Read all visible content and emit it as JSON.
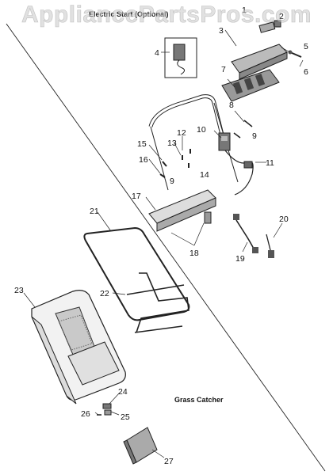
{
  "watermark": "AppliancePartsPros.com",
  "header_label": "Electric Start (Optional)",
  "caption": "Grass Catcher",
  "callouts": [
    "1",
    "2",
    "3",
    "4",
    "5",
    "6",
    "7",
    "8",
    "9",
    "10",
    "11",
    "12",
    "13",
    "9",
    "14",
    "15",
    "16",
    "17",
    "18",
    "19",
    "20",
    "21",
    "22",
    "23",
    "24",
    "25",
    "26",
    "27"
  ],
  "colors": {
    "line": "#1a1a1a",
    "fill_gray": "#9a9a9a",
    "fill_dark": "#555555",
    "watermark": "#c8c8c8"
  }
}
